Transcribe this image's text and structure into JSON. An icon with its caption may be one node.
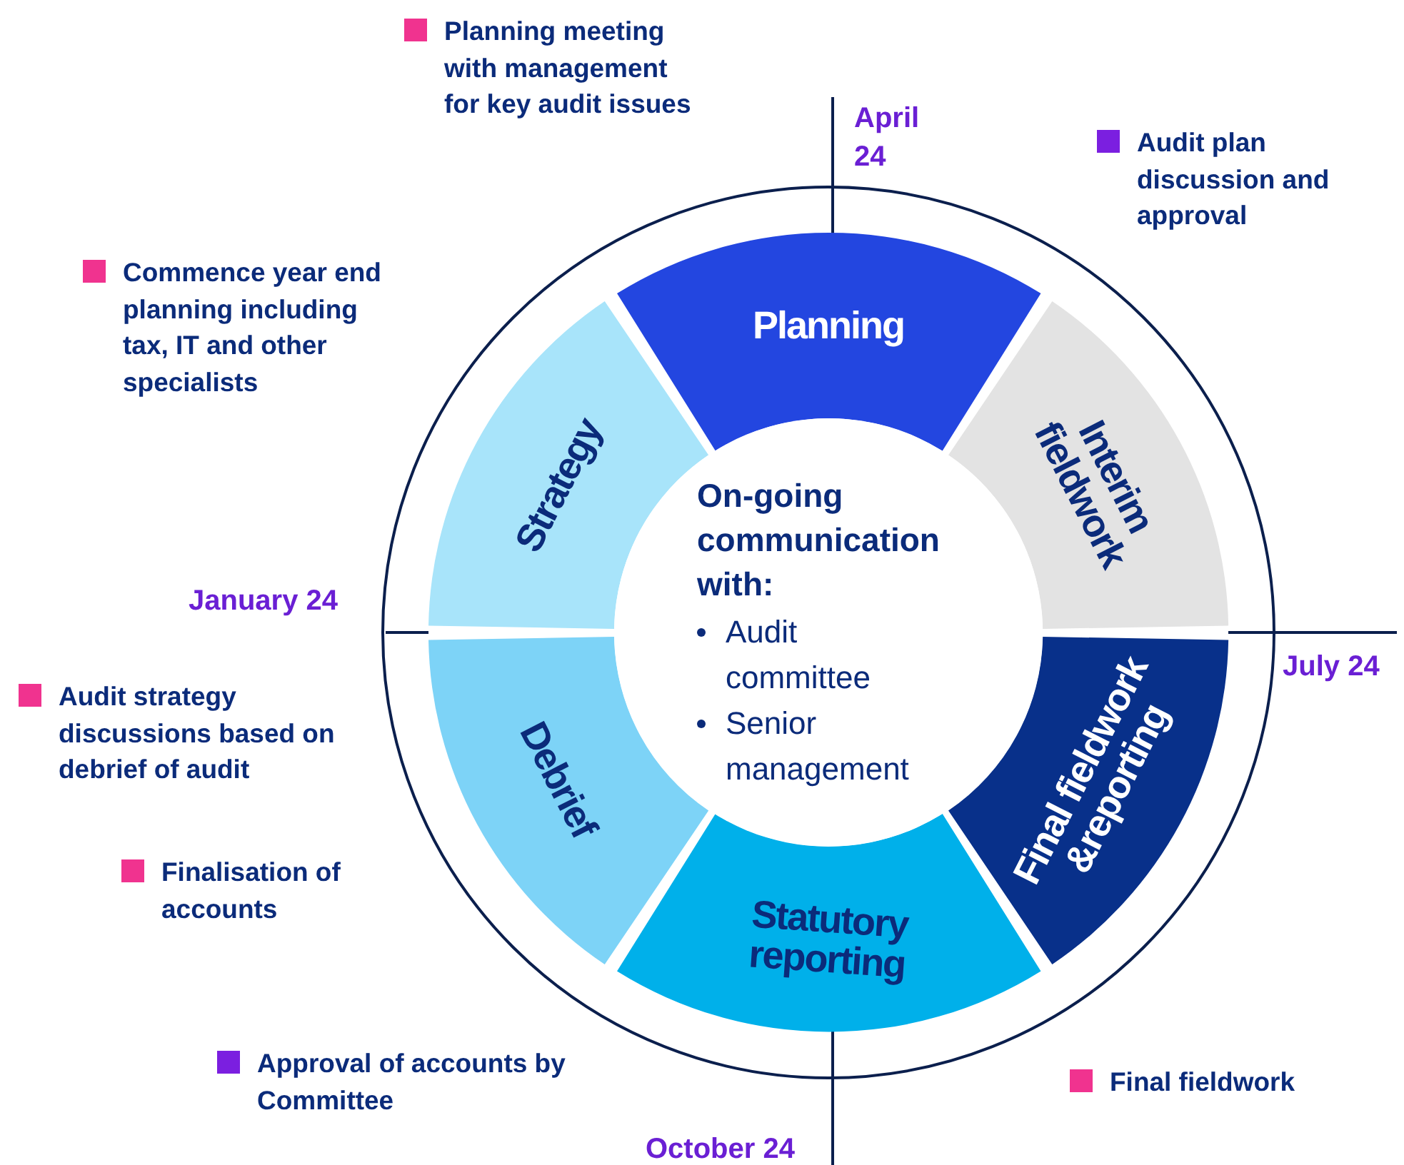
{
  "diagram": {
    "nodes": [
      {
        "text": [
          "Planning"
        ]
      },
      {
        "text": [
          "Interim fieldwork"
        ]
      },
      {
        "text": [
          "Final fieldwork &reporting"
        ]
      },
      {
        "text": [
          "Statutory reporting"
        ]
      },
      {
        "text": [
          "Debrief"
        ]
      },
      {
        "text": [
          "Strategy"
        ]
      },
      {
        "text": [
          "On-going communication with:",
          "Audit committee",
          "Senior management"
        ]
      }
    ],
    "labels": [
      "April 24",
      "January 24",
      "July 24",
      "October 24"
    ],
    "legend": [
      {
        "text": "Planning meeting with management for key audit issues",
        "color": "#f0338f"
      },
      {
        "text": "Audit plan discussion and approval",
        "color": "#7b1fe0"
      },
      {
        "text": "Commence year end planning including tax, IT and other specialists",
        "color": "#f0338f"
      },
      {
        "text": "Audit strategy discussions based on debrief of audit",
        "color": "#f0338f"
      },
      {
        "text": "Finalisation of accounts",
        "color": "#f0338f"
      },
      {
        "text": "Approval of accounts by Committee",
        "color": "#7b1fe0"
      },
      {
        "text": "Final fieldwork",
        "color": "#f0338f"
      }
    ]
  }
}
